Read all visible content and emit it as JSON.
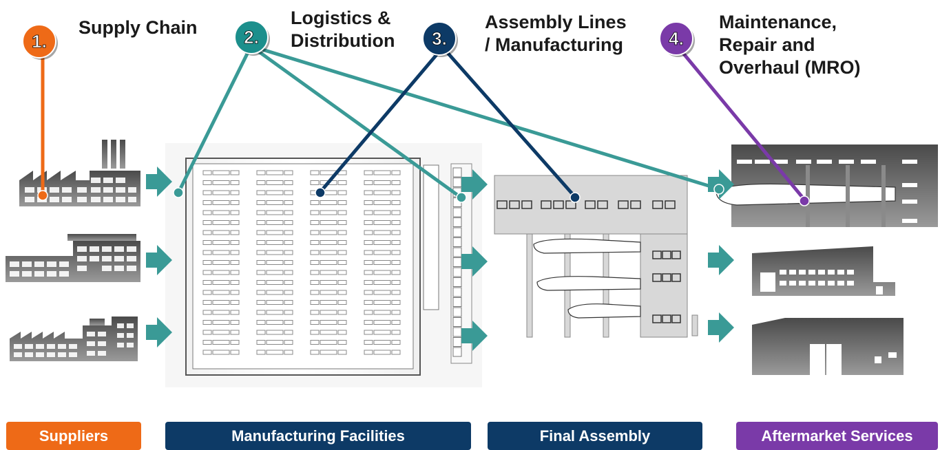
{
  "stages": [
    {
      "number": "1.",
      "label_lines": [
        "Supply Chain"
      ],
      "color": "#ee6a17"
    },
    {
      "number": "2.",
      "label_lines": [
        "Logistics &",
        "Distribution"
      ],
      "color": "#1c8f8c"
    },
    {
      "number": "3.",
      "label_lines": [
        "Assembly Lines",
        "/ Manufacturing"
      ],
      "color": "#0d3a66"
    },
    {
      "number": "4.",
      "label_lines": [
        "Maintenance,",
        "Repair and",
        "Overhaul (MRO)"
      ],
      "color": "#7a3aa8"
    }
  ],
  "bottom_bars": [
    {
      "label": "Suppliers",
      "color": "#ee6a17"
    },
    {
      "label": "Manufacturing Facilities",
      "color": "#0d3a66"
    },
    {
      "label": "Final Assembly",
      "color": "#0d3a66"
    },
    {
      "label": "Aftermarket Services",
      "color": "#7a3aa8"
    }
  ],
  "colors": {
    "flow_arrow": "#3a9a96",
    "logistics_line": "#3a9a96",
    "building": "#6e6e6e",
    "building_light": "#e8e8e8"
  }
}
